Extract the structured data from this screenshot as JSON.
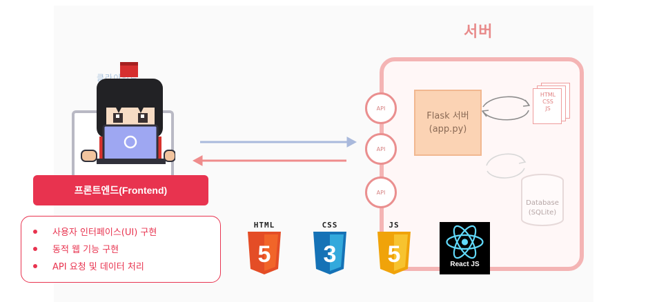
{
  "server": {
    "title": "서버",
    "api_nodes": [
      "API",
      "API",
      "API"
    ],
    "flask_line1": "Flask 서버",
    "flask_line2": "(app.py)",
    "static_files": [
      "HTML",
      "CSS",
      "JS"
    ],
    "database_line1": "Database",
    "database_line2": "(SQLite)"
  },
  "client": {
    "hint_text": "클라이언트",
    "frontend_label": "프론트엔드(Frontend)",
    "features": [
      "사용자 인터페이스(UI) 구현",
      "동적 웹 기능 구현",
      "API 요청 및 데이터 처리"
    ]
  },
  "tech_logos": {
    "html": {
      "caption": "HTML",
      "numeral": "5",
      "color": "#e44d26"
    },
    "css": {
      "caption": "CSS",
      "numeral": "3",
      "color": "#1572b6"
    },
    "js": {
      "caption": "JS",
      "numeral": "5",
      "color": "#f0a30a"
    },
    "react": {
      "caption": "React JS",
      "color": "#61dafb"
    }
  },
  "colors": {
    "accent_red": "#e8334f",
    "server_border": "#f4b4b4",
    "request_arrow": "#a9b9dc",
    "response_arrow": "#ef8c8c",
    "flask_fill": "#fbd3b4"
  }
}
